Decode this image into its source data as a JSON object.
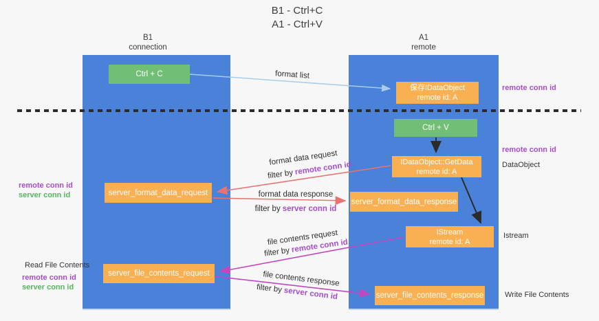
{
  "title": {
    "line1": "B1 - Ctrl+C",
    "line2": "A1 - Ctrl+V"
  },
  "left_column": {
    "header": {
      "line1": "B1",
      "line2": "connection"
    },
    "boxes": {
      "ctrl_c": "Ctrl + C",
      "server_format_data_request": "server_format_data_request",
      "server_file_contents_request": "server_file_contents_request"
    }
  },
  "right_column": {
    "header": {
      "line1": "A1",
      "line2": "remote"
    },
    "boxes": {
      "save_dataobject": {
        "line1": "保存IDataObject",
        "line2": "remote id: A"
      },
      "ctrl_v": "Ctrl + V",
      "getdata": {
        "line1": "IDataObject::GetData",
        "line2": "remote id: A"
      },
      "server_format_data_response": "server_format_data_response",
      "istream": {
        "line1": "IStream",
        "line2": "remote id: A"
      },
      "server_file_contents_response": "server_file_contents_response"
    }
  },
  "flow_labels": {
    "format_list": "format list",
    "format_data_request": "format data request",
    "format_data_response": "format data response",
    "file_contents_request": "file contents request",
    "file_contents_response": "file contents response",
    "filter_by": "filter by",
    "remote_conn_id": "remote conn id",
    "server_conn_id": "server conn id"
  },
  "left_labels": {
    "remote_conn_id_1": "remote conn id",
    "server_conn_id_1": "server conn id",
    "read_file_contents": "Read File Contents",
    "remote_conn_id_2": "remote conn id",
    "server_conn_id_2": "server conn id"
  },
  "right_labels": {
    "remote_conn_id_top": "remote conn id",
    "remote_conn_id_mid": "remote conn id",
    "dataobject": "DataObject",
    "istream": "Istream",
    "write_file_contents": "Write File Contents"
  },
  "colors": {
    "column_blue": "#4a81d9",
    "box_green": "#70bf75",
    "box_orange": "#f9b052",
    "purple_text": "#a54ec9",
    "green_text": "#56b45e",
    "arrow_red": "#e87373",
    "arrow_magenta": "#c445c0",
    "arrow_lightblue": "#a8cdec",
    "arrow_black": "#2b2b2b",
    "dash_line": "#2b2b2b"
  }
}
